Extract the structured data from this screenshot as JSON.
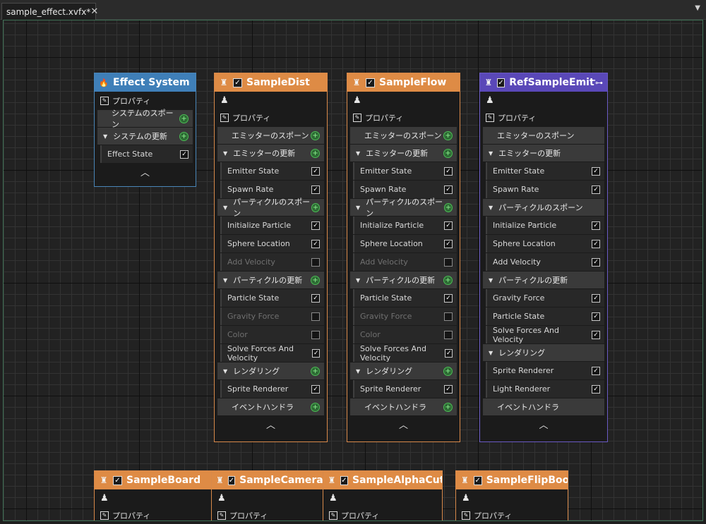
{
  "tab": {
    "title": "sample_effect.xvfx*",
    "close": "✕",
    "menu": "▼"
  },
  "labels": {
    "properties": "プロパティ",
    "collapse": "︿"
  },
  "system_node": {
    "title": "Effect System",
    "sections": [
      {
        "label": "システムのスポーン",
        "expandable": false,
        "items": []
      },
      {
        "label": "システムの更新",
        "expandable": true,
        "items": [
          {
            "label": "Effect State",
            "checked": true,
            "dim": false
          }
        ]
      }
    ]
  },
  "emitters": [
    {
      "title": "SampleDist",
      "sections": [
        {
          "label": "エミッターのスポーン",
          "expandable": false,
          "items": []
        },
        {
          "label": "エミッターの更新",
          "expandable": true,
          "items": [
            {
              "label": "Emitter State",
              "checked": true,
              "dim": false
            },
            {
              "label": "Spawn Rate",
              "checked": true,
              "dim": false
            }
          ]
        },
        {
          "label": "パーティクルのスポーン",
          "expandable": true,
          "items": [
            {
              "label": "Initialize Particle",
              "checked": true,
              "dim": false
            },
            {
              "label": "Sphere Location",
              "checked": true,
              "dim": false
            },
            {
              "label": "Add Velocity",
              "checked": false,
              "dim": true
            }
          ]
        },
        {
          "label": "パーティクルの更新",
          "expandable": true,
          "items": [
            {
              "label": "Particle State",
              "checked": true,
              "dim": false
            },
            {
              "label": "Gravity Force",
              "checked": false,
              "dim": true
            },
            {
              "label": "Color",
              "checked": false,
              "dim": true
            },
            {
              "label": "Solve Forces And Velocity",
              "checked": true,
              "dim": false
            }
          ]
        },
        {
          "label": "レンダリング",
          "expandable": true,
          "items": [
            {
              "label": "Sprite Renderer",
              "checked": true,
              "dim": false
            }
          ]
        },
        {
          "label": "イベントハンドラ",
          "expandable": false,
          "items": []
        }
      ]
    },
    {
      "title": "SampleFlow",
      "sections": [
        {
          "label": "エミッターのスポーン",
          "expandable": false,
          "items": []
        },
        {
          "label": "エミッターの更新",
          "expandable": true,
          "items": [
            {
              "label": "Emitter State",
              "checked": true,
              "dim": false
            },
            {
              "label": "Spawn Rate",
              "checked": true,
              "dim": false
            }
          ]
        },
        {
          "label": "パーティクルのスポーン",
          "expandable": true,
          "items": [
            {
              "label": "Initialize Particle",
              "checked": true,
              "dim": false
            },
            {
              "label": "Sphere Location",
              "checked": true,
              "dim": false
            },
            {
              "label": "Add Velocity",
              "checked": false,
              "dim": true
            }
          ]
        },
        {
          "label": "パーティクルの更新",
          "expandable": true,
          "items": [
            {
              "label": "Particle State",
              "checked": true,
              "dim": false
            },
            {
              "label": "Gravity Force",
              "checked": false,
              "dim": true
            },
            {
              "label": "Color",
              "checked": false,
              "dim": true
            },
            {
              "label": "Solve Forces And Velocity",
              "checked": true,
              "dim": false
            }
          ]
        },
        {
          "label": "レンダリング",
          "expandable": true,
          "items": [
            {
              "label": "Sprite Renderer",
              "checked": true,
              "dim": false
            }
          ]
        },
        {
          "label": "イベントハンドラ",
          "expandable": false,
          "items": []
        }
      ]
    }
  ],
  "ref_emitter": {
    "title": "RefSampleEmitter",
    "sections": [
      {
        "label": "エミッターのスポーン",
        "expandable": false,
        "items": []
      },
      {
        "label": "エミッターの更新",
        "expandable": true,
        "items": [
          {
            "label": "Emitter State",
            "checked": true,
            "dim": false
          },
          {
            "label": "Spawn Rate",
            "checked": true,
            "dim": false
          }
        ]
      },
      {
        "label": "パーティクルのスポーン",
        "expandable": true,
        "items": [
          {
            "label": "Initialize Particle",
            "checked": true,
            "dim": false
          },
          {
            "label": "Sphere Location",
            "checked": true,
            "dim": false
          },
          {
            "label": "Add Velocity",
            "checked": true,
            "dim": false
          }
        ]
      },
      {
        "label": "パーティクルの更新",
        "expandable": true,
        "items": [
          {
            "label": "Gravity Force",
            "checked": true,
            "dim": false
          },
          {
            "label": "Particle State",
            "checked": true,
            "dim": false
          },
          {
            "label": "Solve Forces And Velocity",
            "checked": true,
            "dim": false
          }
        ]
      },
      {
        "label": "レンダリング",
        "expandable": true,
        "items": [
          {
            "label": "Sprite Renderer",
            "checked": true,
            "dim": false
          },
          {
            "label": "Light Renderer",
            "checked": true,
            "dim": false
          }
        ]
      },
      {
        "label": "イベントハンドラ",
        "expandable": false,
        "items": []
      }
    ]
  },
  "bottom_emitters": [
    {
      "title": "SampleBoard"
    },
    {
      "title": "SampleCameraFade"
    },
    {
      "title": "SampleAlphaCutoff"
    },
    {
      "title": "SampleFlipBook"
    }
  ]
}
